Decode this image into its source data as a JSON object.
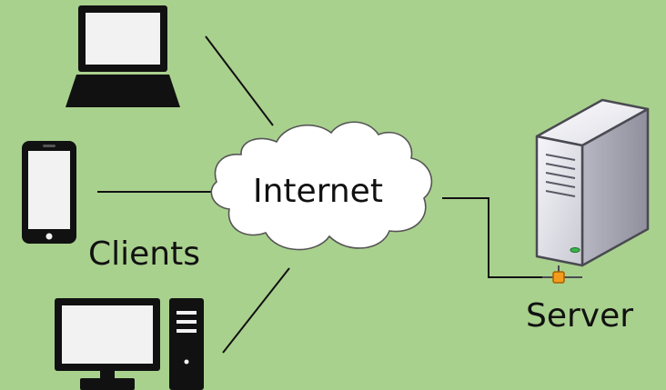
{
  "diagram": {
    "internet_label": "Internet",
    "clients_label": "Clients",
    "server_label": "Server"
  },
  "colors": {
    "background": "#a9d18e",
    "device_dark": "#111111",
    "screen_light": "#f2f2f2",
    "cloud_fill": "#ffffff",
    "server_body": "#d4d4de",
    "connector_orange": "#f29b1d",
    "led_green": "#39b54a"
  },
  "icons": [
    "laptop-icon",
    "smartphone-icon",
    "desktop-computer-icon",
    "internet-cloud-icon",
    "server-icon",
    "network-connector-icon"
  ]
}
